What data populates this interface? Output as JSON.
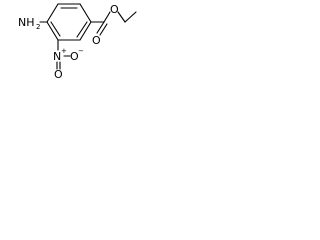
{
  "molecule": {
    "labels": {
      "amine": "NH",
      "amine_sub": "2",
      "nitro_n": "N",
      "nitro_n_charge": "+",
      "nitro_o_right": "O",
      "nitro_o_right_charge": "−",
      "nitro_o_bottom": "O",
      "carbonyl_o": "O",
      "ester_o": "O"
    },
    "colors": {
      "bond": "#000000",
      "text": "#000000",
      "background": "#ffffff"
    }
  }
}
